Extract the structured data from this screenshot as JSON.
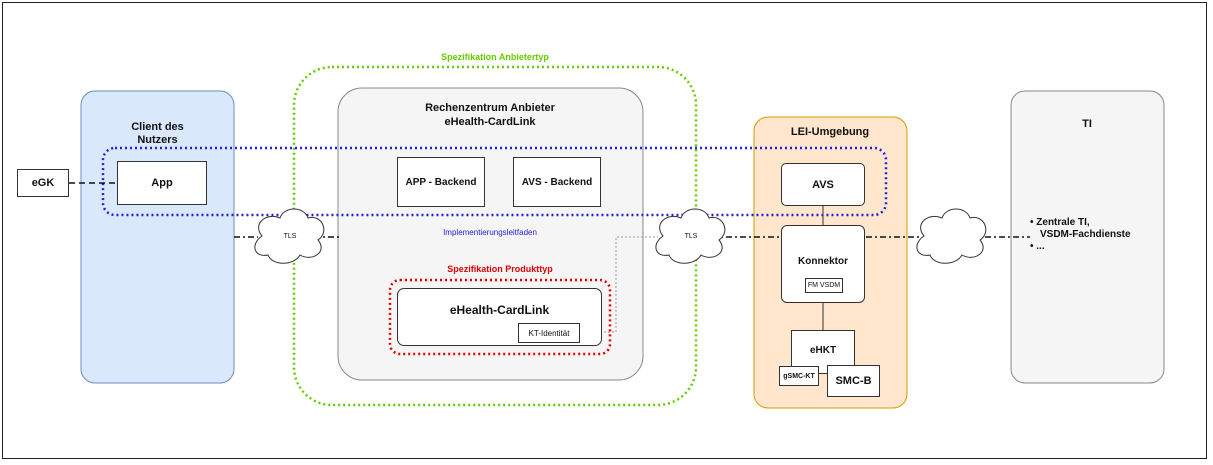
{
  "external": {
    "egk": "eGK"
  },
  "client": {
    "title": "Client des Nutzers",
    "app": "App"
  },
  "anbieter_spec": {
    "label": "Spezifikation Anbietertyp"
  },
  "rechenzentrum": {
    "title_line1": "Rechenzentrum Anbieter",
    "title_line2": "eHealth-CardLink",
    "app_backend": "APP - Backend",
    "avs_backend": "AVS - Backend",
    "leitfaden": "Implementierungsleitfaden"
  },
  "produkt_spec": {
    "label": "Spezifikation Produkttyp",
    "cardlink": "eHealth-CardLink",
    "kt_identitaet": "KT-Identität"
  },
  "tls": {
    "left": "TLS",
    "right": "TLS"
  },
  "lei": {
    "title": "LEI-Umgebung",
    "avs": "AVS",
    "konnektor": "Konnektor",
    "fm_vsdm": "FM VSDM",
    "ehkt": "eHKT",
    "gsmc_kt": "gSMC-KT",
    "smc_b": "SMC-B"
  },
  "ti": {
    "title": "TI",
    "items": [
      "Zentrale TI,",
      "VSDM-Fachdienste",
      "..."
    ]
  },
  "colors": {
    "client_fill": "#dae8fc",
    "client_border": "#6c8ebf",
    "grey_fill": "#f5f5f5",
    "grey_border": "#888888",
    "lei_fill": "#ffe6cc",
    "lei_border": "#d79b00",
    "green_dotted": "#66cc00",
    "blue_dotted": "#2222dd",
    "red_dotted": "#e00000"
  }
}
